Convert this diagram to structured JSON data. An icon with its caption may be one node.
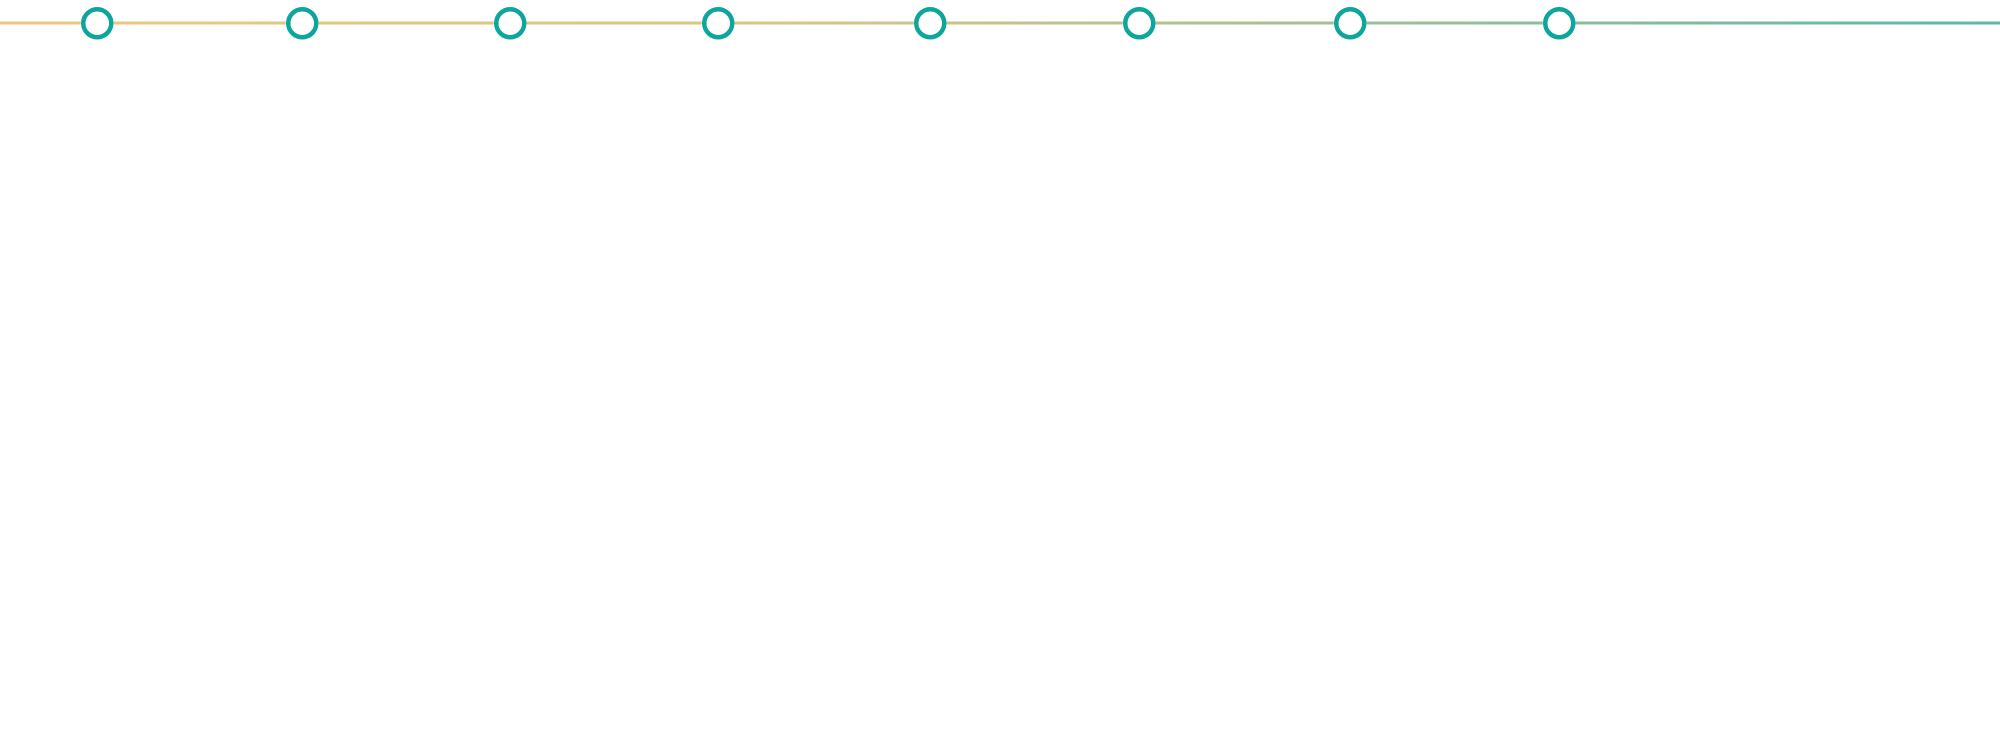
{
  "diagram": {
    "nodes": [
      {
        "text": [],
        "shape": "circle"
      },
      {
        "text": [],
        "shape": "circle"
      },
      {
        "text": [],
        "shape": "circle"
      },
      {
        "text": [],
        "shape": "circle"
      },
      {
        "text": [],
        "shape": "circle"
      },
      {
        "text": [],
        "shape": "circle"
      },
      {
        "text": [],
        "shape": "circle"
      },
      {
        "text": [],
        "shape": "circle"
      }
    ],
    "edges": [
      {
        "from": null,
        "to": 0,
        "arrow": "none"
      },
      {
        "from": 0,
        "to": 1,
        "arrow": "none"
      },
      {
        "from": 1,
        "to": 2,
        "arrow": "none"
      },
      {
        "from": 2,
        "to": 3,
        "arrow": "none"
      },
      {
        "from": 3,
        "to": 4,
        "arrow": "none"
      },
      {
        "from": 4,
        "to": 5,
        "arrow": "none"
      },
      {
        "from": 5,
        "to": 6,
        "arrow": "none"
      },
      {
        "from": 6,
        "to": 7,
        "arrow": "none"
      },
      {
        "from": 7,
        "to": null,
        "arrow": "none"
      }
    ]
  }
}
